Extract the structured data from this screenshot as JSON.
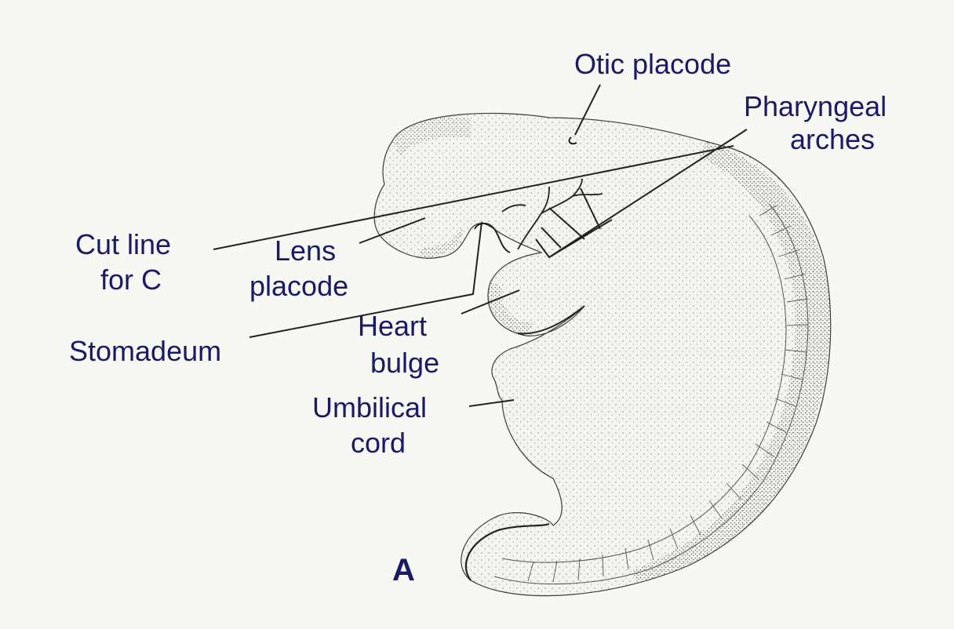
{
  "labels": {
    "otic": "Otic placode",
    "pharyngeal_1": "Pharyngeal",
    "pharyngeal_2": "arches",
    "cut_1": "Cut line",
    "cut_2": "for C",
    "lens_1": "Lens",
    "lens_2": "placode",
    "stomadeum": "Stomadeum",
    "heart_1": "Heart",
    "heart_2": "bulge",
    "umbilical_1": "Umbilical",
    "umbilical_2": "cord"
  },
  "panel_letter": "A",
  "colors": {
    "background": "#f7f7f3",
    "label_text": "#1a1a66",
    "outline": "#1a1a1a"
  }
}
